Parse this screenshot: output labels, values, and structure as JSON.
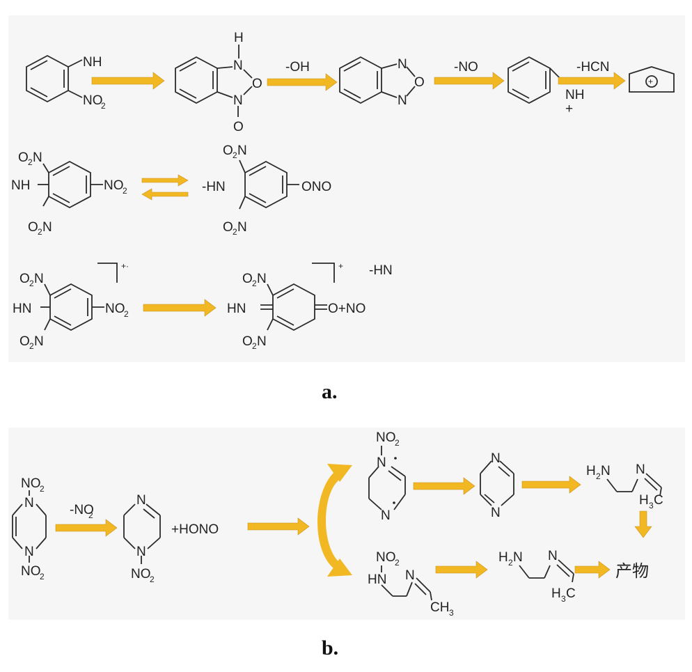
{
  "panel_a": {
    "caption": "a.",
    "row1": {
      "m1_nh": "NH",
      "m1_no": "NO",
      "m1_no_sub": "2",
      "m2_h": "H",
      "m2_n_top": "N",
      "m2_o": "O",
      "m2_n_bot": "N",
      "m2_o_bot": "O",
      "arrow2_label": "-OH",
      "m3_n_top": "N",
      "m3_o": "O",
      "m3_n_bot": "N",
      "arrow3_label": "-NO",
      "m4_nh": "NH",
      "m4_plus": "+",
      "arrow4_label": "-HCN",
      "m5_charge": "+"
    },
    "row2": {
      "l_o2n_top": "O",
      "l_o2n_top_sub": "2",
      "l_o2n_top_n": "N",
      "l_nh": "NH",
      "l_no2": "NO",
      "l_no2_sub": "2",
      "l_o2n_bot": "O",
      "l_o2n_bot_sub": "2",
      "l_o2n_bot_n": "N",
      "r_o2n_top": "O",
      "r_o2n_top_sub": "2",
      "r_o2n_top_n": "N",
      "r_hn": "-HN",
      "r_ono": "ONO",
      "r_o2n_bot": "O",
      "r_o2n_bot_sub": "2",
      "r_o2n_bot_n": "N"
    },
    "row3": {
      "l_o2n_top": "O",
      "l_o2n_top_sub": "2",
      "l_o2n_top_n": "N",
      "l_hn": "HN",
      "l_no2": "NO",
      "l_no2_sub": "2",
      "l_o2n_bot": "O",
      "l_o2n_bot_sub": "2",
      "l_o2n_bot_n": "N",
      "l_charge": "+·",
      "r_o2n_top": "O",
      "r_o2n_top_sub": "2",
      "r_o2n_top_n": "N",
      "r_hn": "HN",
      "r_o_no": "O+NO",
      "r_o2n_bot": "O",
      "r_o2n_bot_sub": "2",
      "r_o2n_bot_n": "N",
      "r_charge": "+",
      "loss_label": "-HN"
    }
  },
  "panel_b": {
    "caption": "b.",
    "m1_no2_top": "NO",
    "m1_no2_top_sub": "2",
    "m1_n_top": "N",
    "m1_n_bot": "N",
    "m1_no2_bot": "NO",
    "m1_no2_bot_sub": "2",
    "arrow1_label": "-NO",
    "arrow1_label_sub": "2",
    "m2_n_top": "N",
    "m2_n_bot": "N",
    "m2_no2": "NO",
    "m2_no2_sub": "2",
    "plus_hono": "+HONO",
    "u1_no2": "NO",
    "u1_no2_sub": "2",
    "u1_n_top": "N",
    "u1_n_bot": "N",
    "u2_n_top": "N",
    "u2_n_bot": "N",
    "u3_h2n": "H",
    "u3_h2n_sub": "2",
    "u3_h2n_n": "N",
    "u3_n": "N",
    "u3_h3c": "H",
    "u3_h3c_sub": "3",
    "u3_h3c_c": "C",
    "l1_no2": "NO",
    "l1_no2_sub": "2",
    "l1_hn": "HN",
    "l1_n": "N",
    "l1_ch3": "CH",
    "l1_ch3_sub": "3",
    "l2_h2n": "H",
    "l2_h2n_sub": "2",
    "l2_h2n_n": "N",
    "l2_n": "N",
    "l2_h3c": "H",
    "l2_h3c_sub": "3",
    "l2_h3c_c": "C",
    "product": "产物"
  },
  "colors": {
    "arrow": "#f2b824",
    "panel_bg": "#f6f6f6",
    "bond": "#2a2a2a"
  }
}
